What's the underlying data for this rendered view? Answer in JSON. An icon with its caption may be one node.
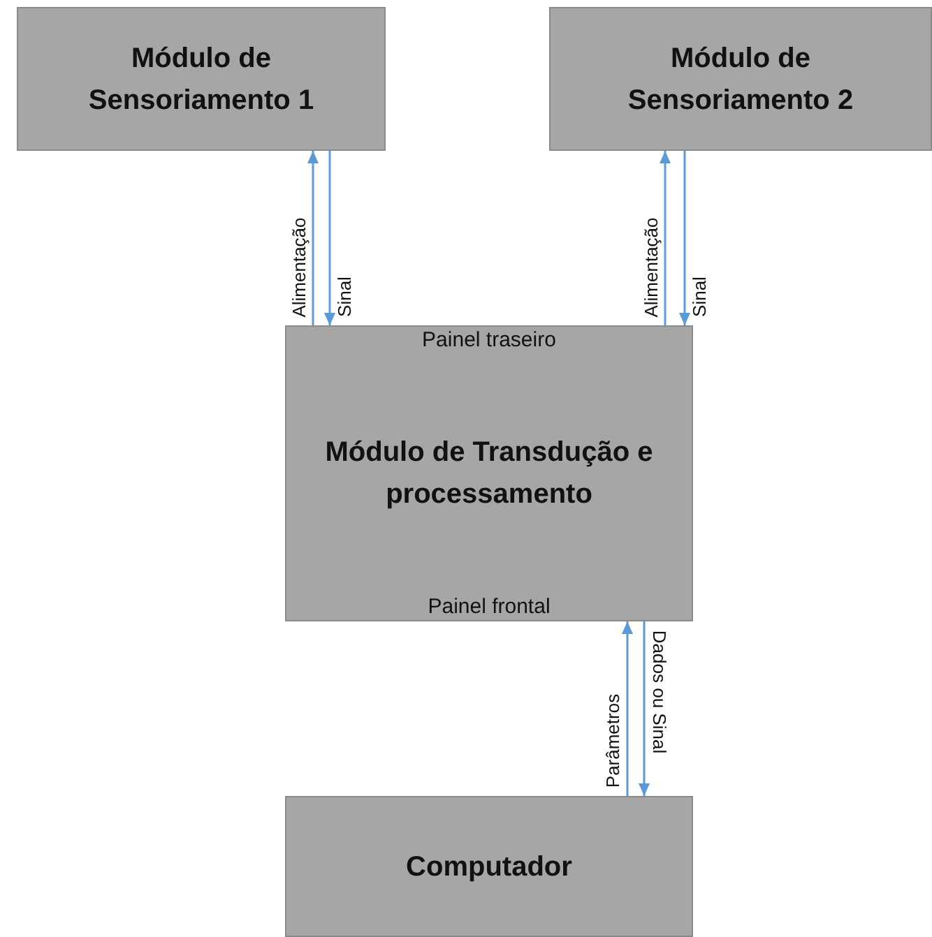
{
  "diagram": {
    "nodes": [
      {
        "text": [
          "Módulo de Sensoriamento 1"
        ]
      },
      {
        "text": [
          "Módulo de Sensoriamento 2"
        ]
      },
      {
        "text": [
          "Painel traseiro",
          "Módulo de Transdução e processamento",
          "Painel frontal"
        ]
      },
      {
        "text": [
          "Computador"
        ]
      }
    ],
    "edges": [
      {
        "from": 2,
        "to": 0,
        "arrow": "to",
        "label": "Alimentação"
      },
      {
        "from": 0,
        "to": 2,
        "arrow": "to",
        "label": "Sinal"
      },
      {
        "from": 2,
        "to": 1,
        "arrow": "to",
        "label": "Alimentação"
      },
      {
        "from": 1,
        "to": 2,
        "arrow": "to",
        "label": "Sinal"
      },
      {
        "from": 3,
        "to": 2,
        "arrow": "to",
        "label": "Parâmetros"
      },
      {
        "from": 2,
        "to": 3,
        "arrow": "to",
        "label": "Dados ou Sinal"
      }
    ]
  }
}
